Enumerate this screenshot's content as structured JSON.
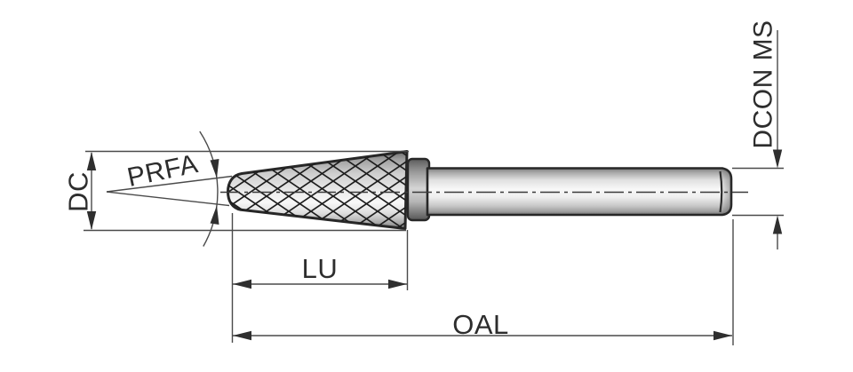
{
  "drawing": {
    "background": "#ffffff",
    "outline_color": "#272727",
    "dimension_color": "#4a4a4a",
    "text_color": "#2d2d2d",
    "labels": {
      "cut_diameter": "DC",
      "profile_angle": "PRFA",
      "cut_length": "LU",
      "overall_length": "OAL",
      "shank_diameter": "DCON MS"
    }
  }
}
